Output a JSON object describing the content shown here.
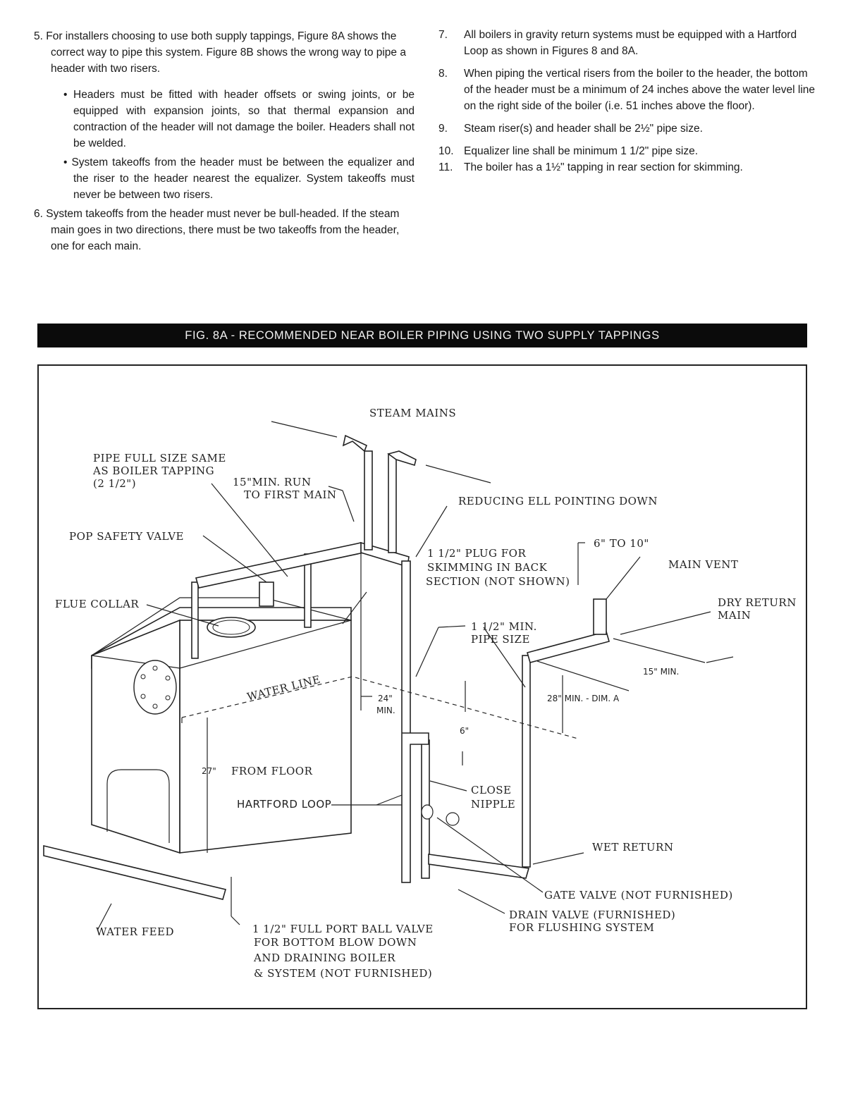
{
  "left_column": {
    "item5": "5. For installers choosing to use both supply tappings, Figure 8A shows the correct way to pipe this system. Figure 8B shows the wrong way to pipe a header with two risers.",
    "bullet1": "• Headers must be fitted with header offsets or swing joints, or be equipped with expansion joints, so that thermal expansion and contraction of the header will not damage the boiler. Headers shall not be welded.",
    "bullet2": "• System takeoffs from the header must be between the equalizer and the riser to the header nearest the equalizer. System takeoffs must never be between two risers.",
    "item6": "6. System takeoffs from the header must never be bull-headed. If the steam main goes in two directions, there must be two takeoffs from the header, one for each main."
  },
  "right_column": {
    "items": [
      {
        "num": "7.",
        "text": "All boilers in gravity return systems must be equipped with a Hartford Loop as shown in Figures 8 and 8A."
      },
      {
        "num": "8.",
        "text": "When piping the vertical risers from the boiler to the header, the bottom of the header must be a minimum of 24 inches above the water level line on the right side of the boiler (i.e. 51 inches above the floor)."
      },
      {
        "num": "9.",
        "text": "Steam riser(s) and header shall be 2½\" pipe size."
      },
      {
        "num": "10.",
        "text": "Equalizer line shall be minimum 1 1/2\" pipe size."
      },
      {
        "num": "11.",
        "text": "The boiler has a 1½\" tapping in rear section for skimming."
      }
    ]
  },
  "figure": {
    "title": "FIG. 8A - RECOMMENDED NEAR BOILER PIPING USING TWO SUPPLY TAPPINGS",
    "labels": {
      "steam_mains": "STEAM MAINS",
      "pipe_full_1": "PIPE FULL SIZE SAME",
      "pipe_full_2": "AS BOILER TAPPING",
      "pipe_full_3": "(2 1/2\")",
      "min_run_1": "15\"MIN. RUN",
      "min_run_2": "TO FIRST MAIN",
      "reducing_ell": "REDUCING ELL POINTING DOWN",
      "pop_safety": "POP SAFETY VALVE",
      "plug_1": "1 1/2\" PLUG FOR",
      "plug_2": "SKIMMING IN BACK",
      "plug_3": "SECTION (NOT SHOWN)",
      "six_to_ten": "6\" TO 10\"",
      "main_vent": "MAIN VENT",
      "flue_collar": "FLUE COLLAR",
      "dry_return_1": "DRY RETURN",
      "dry_return_2": "MAIN",
      "min_pipe_1": "1 1/2\" MIN.",
      "min_pipe_2": "PIPE SIZE",
      "fifteen_min": "15\" MIN.",
      "water_line": "WATER LINE",
      "dim_24": "24\"",
      "dim_min": "MIN.",
      "dim_28": "28\" MIN. - DIM. A",
      "dim_6": "6\"",
      "dim_27": "27\"",
      "from_floor": "FROM FLOOR",
      "hartford_loop": "HARTFORD LOOP",
      "close_nipple_1": "CLOSE",
      "close_nipple_2": "NIPPLE",
      "wet_return": "WET RETURN",
      "gate_valve": "GATE VALVE (NOT FURNISHED)",
      "drain_valve_1": "DRAIN VALVE (FURNISHED)",
      "drain_valve_2": "FOR FLUSHING SYSTEM",
      "water_feed": "WATER FEED",
      "ball_valve_1": "1 1/2\" FULL PORT BALL VALVE",
      "ball_valve_2": "FOR BOTTOM BLOW DOWN",
      "ball_valve_3": "AND DRAINING BOILER",
      "ball_valve_4": "& SYSTEM (NOT FURNISHED)"
    }
  }
}
